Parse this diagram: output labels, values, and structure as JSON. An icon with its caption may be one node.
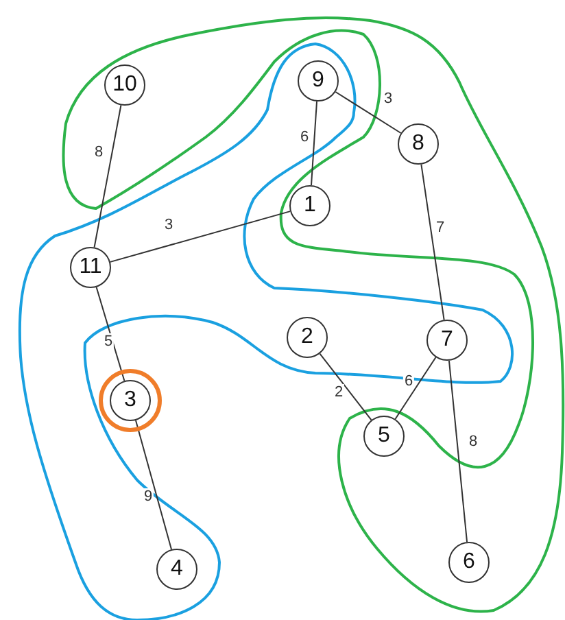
{
  "diagram": {
    "nodes": [
      {
        "text": [
          "10"
        ]
      },
      {
        "text": [
          "9"
        ]
      },
      {
        "text": [
          "8"
        ]
      },
      {
        "text": [
          "1"
        ]
      },
      {
        "text": [
          "11"
        ]
      },
      {
        "text": [
          "2"
        ]
      },
      {
        "text": [
          "7"
        ]
      },
      {
        "text": [
          "3"
        ]
      },
      {
        "text": [
          "5"
        ]
      },
      {
        "text": [
          "4"
        ]
      },
      {
        "text": [
          "6"
        ]
      }
    ],
    "edges": [
      {
        "from": 0,
        "to": 4,
        "arrow": "none",
        "label": "8"
      },
      {
        "from": 1,
        "to": 2,
        "arrow": "none",
        "label": "3"
      },
      {
        "from": 1,
        "to": 3,
        "arrow": "none",
        "label": "6"
      },
      {
        "from": 3,
        "to": 4,
        "arrow": "none",
        "label": "3"
      },
      {
        "from": 2,
        "to": 6,
        "arrow": "none",
        "label": "7"
      },
      {
        "from": 4,
        "to": 7,
        "arrow": "none",
        "label": "5"
      },
      {
        "from": 5,
        "to": 8,
        "arrow": "none",
        "label": "2"
      },
      {
        "from": 6,
        "to": 8,
        "arrow": "none",
        "label": "6"
      },
      {
        "from": 6,
        "to": 10,
        "arrow": "none",
        "label": "8"
      },
      {
        "from": 7,
        "to": 9,
        "arrow": "none",
        "label": "9"
      }
    ]
  }
}
